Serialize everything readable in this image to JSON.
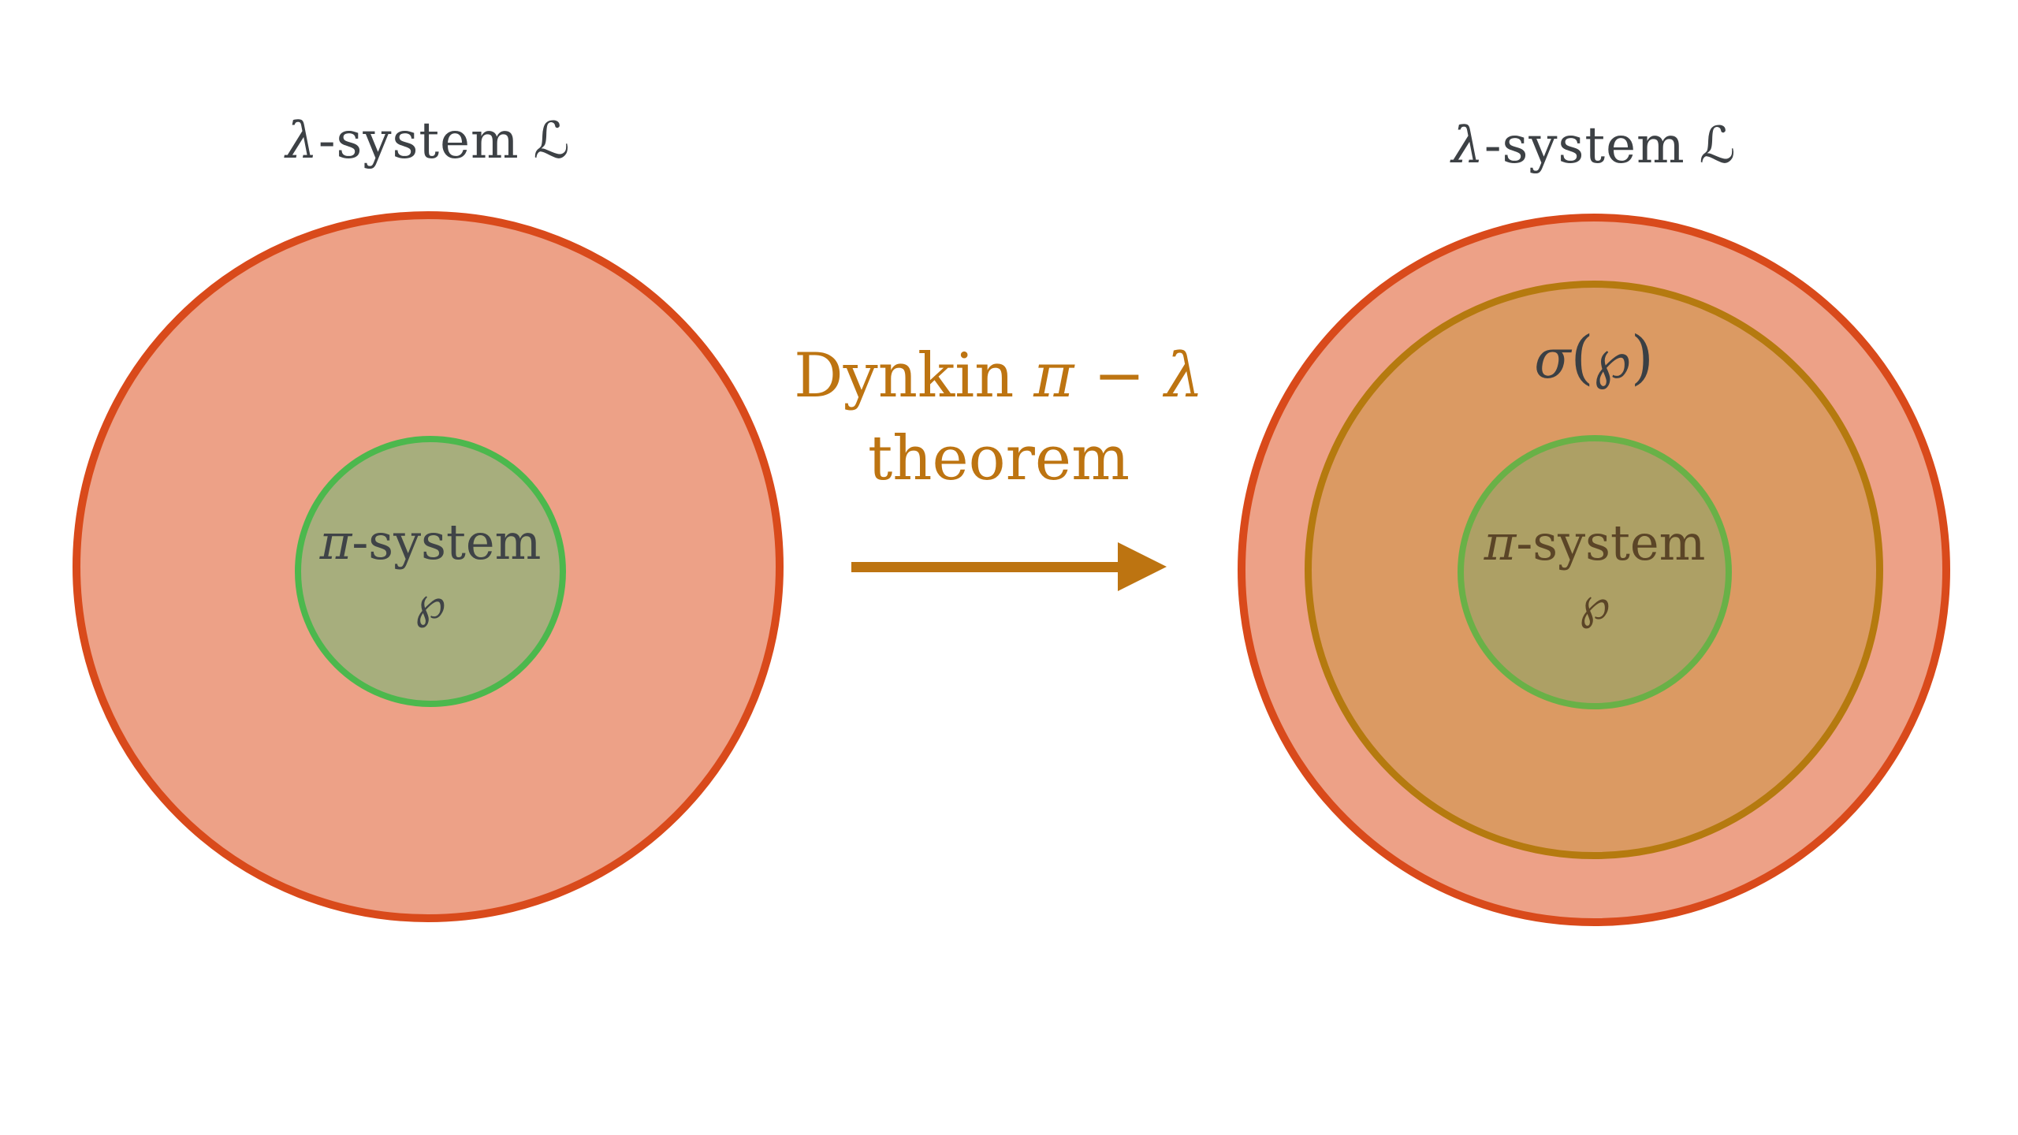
{
  "colors": {
    "background": "#FFFFFF",
    "lambda_fill": "#EDA187",
    "lambda_stroke": "#D94A1B",
    "sigma_fill": "#DB9A63",
    "sigma_stroke": "#B57A0F",
    "pi_fill_left": "#A7AE7D",
    "pi_stroke_left": "#4CB84D",
    "pi_fill_right": "#ADA065",
    "pi_stroke_right": "#69B147",
    "title_text": "#3D4145",
    "pi_text_left": "#3F4347",
    "pi_text_right": "#5B4527",
    "sigma_text": "#3A3F44",
    "accent": "#BD7411"
  },
  "left_diagram": {
    "title": {
      "symbol": "λ",
      "text": "-system",
      "script": "ℒ"
    },
    "pi_label": {
      "symbol": "π",
      "text": "-system",
      "script": "℘"
    }
  },
  "theorem": {
    "line1_word": "Dynkin ",
    "line1_math": "π − λ",
    "line2": "theorem"
  },
  "right_diagram": {
    "title": {
      "symbol": "λ",
      "text": "-system",
      "script": "ℒ"
    },
    "sigma_label": {
      "symbol": "σ",
      "open": "(",
      "script": "℘",
      "close": ")"
    },
    "pi_label": {
      "symbol": "π",
      "text": "-system",
      "script": "℘"
    }
  }
}
